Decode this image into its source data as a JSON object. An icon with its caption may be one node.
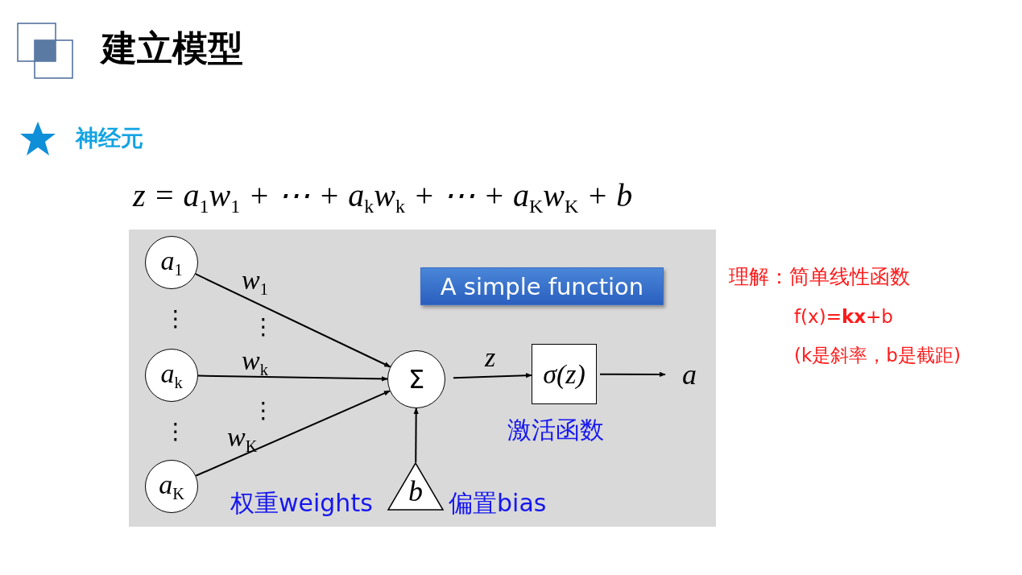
{
  "diagram": {
    "title": "建立模型",
    "nodes": [
      {
        "text": [
          "a$_{1}$"
        ]
      },
      {
        "text": [
          "a$_{k}$"
        ]
      },
      {
        "text": [
          "a$_{K}$"
        ]
      },
      {
        "text": [
          "Σ"
        ]
      },
      {
        "text": [
          "σ(z)"
        ],
        "beside": [
          "激活函数"
        ]
      },
      {
        "text": [
          "a"
        ]
      },
      {
        "text": [
          "b"
        ],
        "beside": [
          "偏置bias"
        ]
      },
      {
        "text": [
          "A simple function"
        ]
      }
    ],
    "edges": [
      {
        "from": 0,
        "to": 3,
        "arrow": "to",
        "label": "w$_{1}$"
      },
      {
        "from": 1,
        "to": 3,
        "arrow": "to",
        "label": "w$_{k}$"
      },
      {
        "from": 2,
        "to": 3,
        "arrow": "to",
        "label": "w$_{K}$"
      },
      {
        "from": 3,
        "to": 4,
        "arrow": "to",
        "label": "z"
      },
      {
        "from": 4,
        "to": 5,
        "arrow": "to"
      },
      {
        "from": 6,
        "to": 3,
        "arrow": "to"
      }
    ],
    "labels": [
      "神经元",
      "z = a$_{1}$w$_{1}$ + ⋯ + a$_{k}$w$_{k}$ + ⋯ + a$_{K}$w$_{K}$ + b",
      "⋮",
      "⋮",
      "⋮",
      "⋮",
      "权重weights",
      "理解：简单线性函数",
      "f(x)=**kx**+b",
      "(k是斜率，b是截距)"
    ]
  }
}
